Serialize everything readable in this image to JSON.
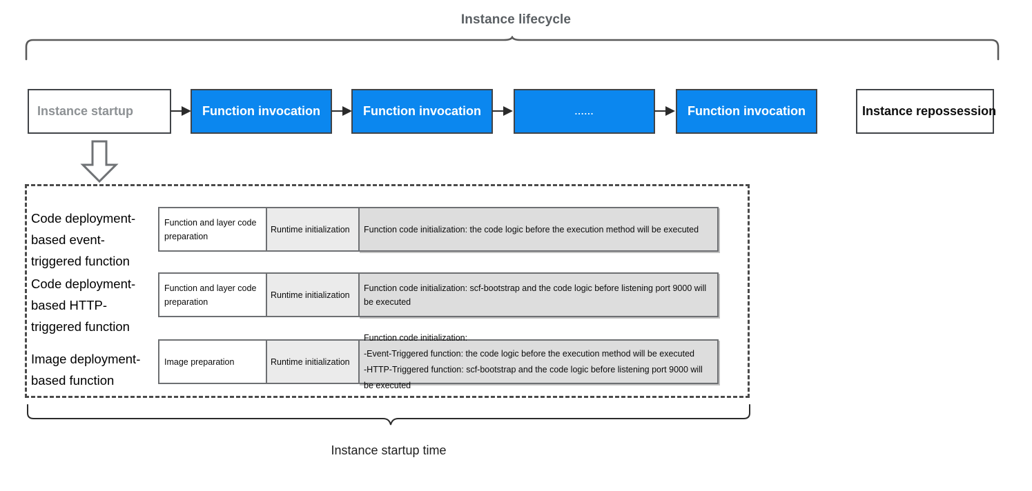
{
  "diagram": {
    "title": "Instance lifecycle",
    "bottom_caption": "Instance startup time"
  },
  "pipeline": {
    "nodes": [
      {
        "id": "instance-startup",
        "label": "Instance startup",
        "style": "plain-grey"
      },
      {
        "id": "function-invocation-1",
        "label": "Function invocation",
        "style": "blue"
      },
      {
        "id": "function-invocation-2",
        "label": "Function invocation",
        "style": "blue"
      },
      {
        "id": "ellipsis",
        "label": "......",
        "style": "blue-dots"
      },
      {
        "id": "function-invocation-3",
        "label": "Function invocation",
        "style": "blue"
      },
      {
        "id": "instance-repossession",
        "label": "Instance repossession",
        "style": "plain-black"
      }
    ],
    "arrow_count": 4
  },
  "startup_detail": {
    "categories": [
      "Code deployment-based event-triggered function",
      "Code deployment-based HTTP-triggered function",
      "Image deployment-based function"
    ],
    "rows": [
      {
        "preparation": "Function and layer code preparation",
        "runtime": "Runtime initialization",
        "initialization": [
          "Function code initialization: the code logic before the execution method will be executed"
        ]
      },
      {
        "preparation": "Function and layer code preparation",
        "runtime": "Runtime initialization",
        "initialization": [
          "Function code initialization: scf-bootstrap and the code logic before listening port 9000 will be executed"
        ]
      },
      {
        "preparation": "Image preparation",
        "runtime": "Runtime initialization",
        "initialization": [
          "Function code initialization:",
          "-Event-Triggered function: the code logic before the execution method will be executed",
          "-HTTP-Triggered function: scf-bootstrap and the code logic before listening port 9000 will be executed"
        ]
      }
    ]
  },
  "colors": {
    "accent_blue": "#0b87ef",
    "box_border": "#404347",
    "title_grey": "#5a5f63",
    "startup_label_grey": "#8d9194",
    "cell_runtime_bg": "#ebebeb",
    "cell_init_bg": "#dddddd",
    "dashed_border": "#4a4a4a"
  }
}
